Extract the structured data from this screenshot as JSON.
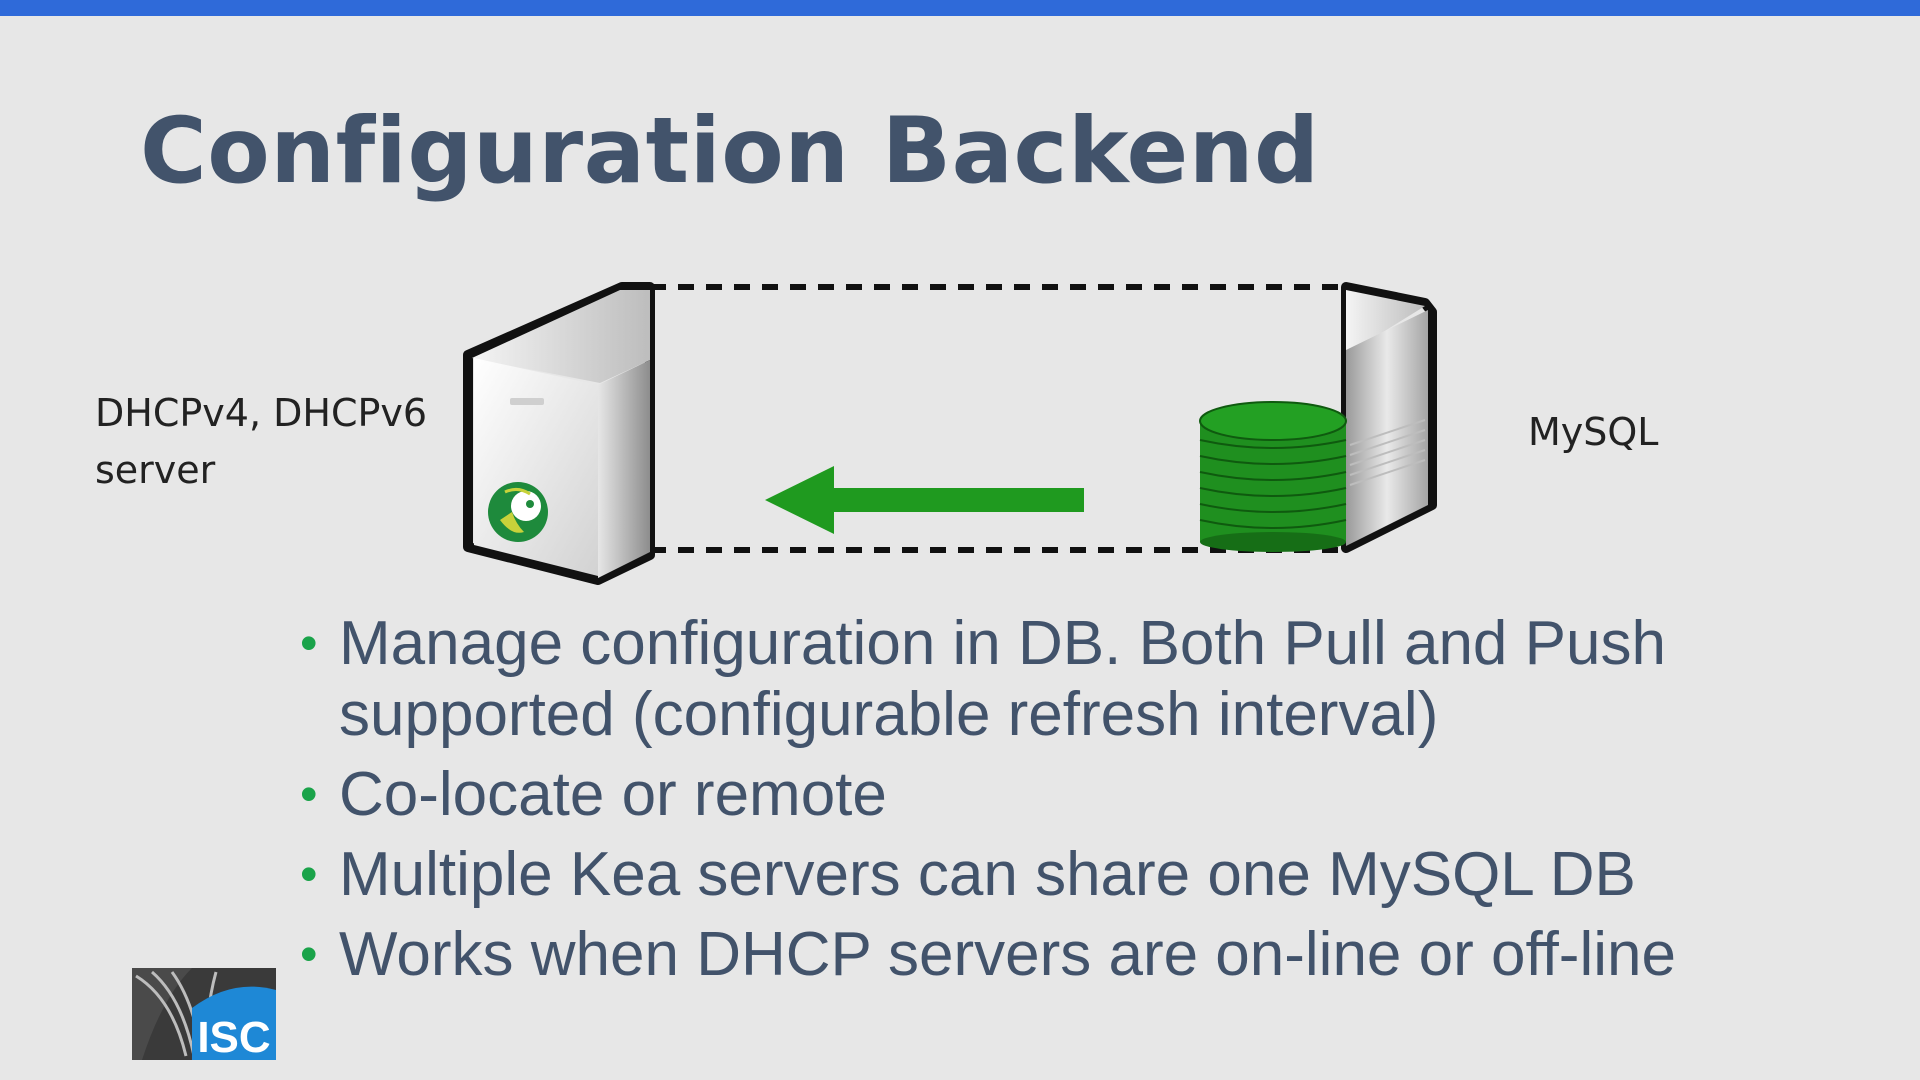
{
  "slide": {
    "title": "Configuration Backend"
  },
  "diagram": {
    "left_label": [
      "DHCPv4, DHCPv6",
      "server"
    ],
    "right_label": "MySQL",
    "arrow_color": "#1f9a1f",
    "db_color": "#1f8f1f"
  },
  "bullets": [
    "Manage configuration in DB. Both Pull and Push supported (configurable refresh interval)",
    "Co-locate or remote",
    "Multiple Kea servers can share one MySQL DB",
    "Works when DHCP servers are on-line or off-line"
  ],
  "colors": {
    "accent_bar": "#2f6ad9",
    "title": "#42536b",
    "bullet_dot": "#1aa34a",
    "background": "#e7e7e7"
  },
  "logo": {
    "text": "ISC"
  }
}
